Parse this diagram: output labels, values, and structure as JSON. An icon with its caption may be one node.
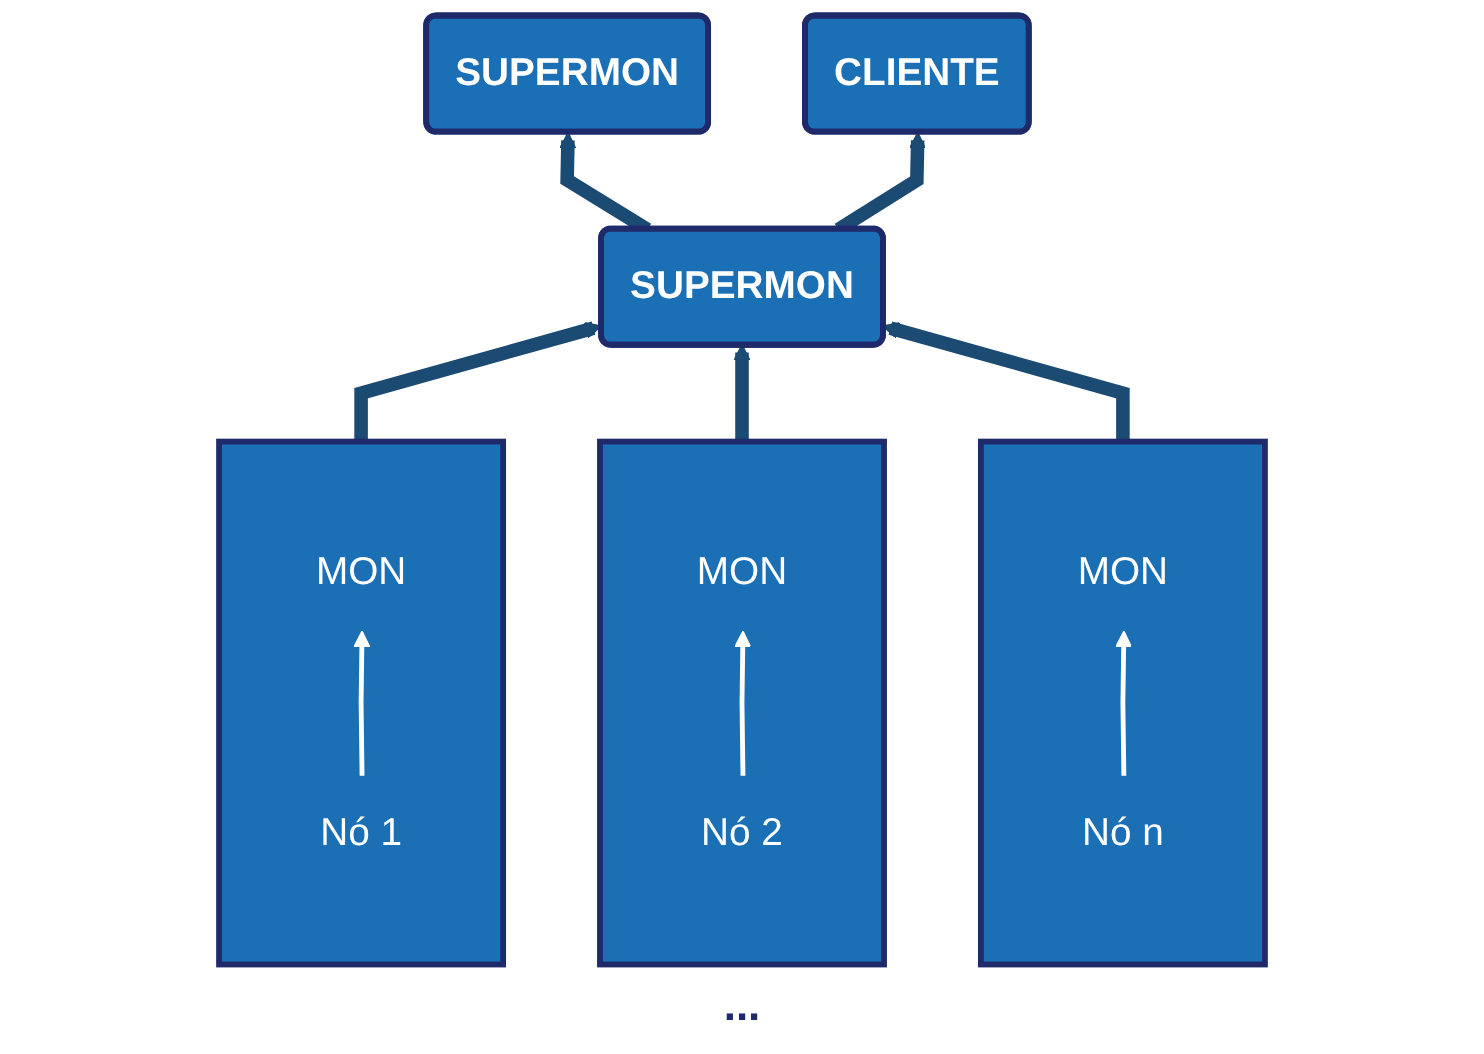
{
  "diagram": {
    "nodes": [
      {
        "text": [
          "SUPERMON"
        ]
      },
      {
        "text": [
          "CLIENTE"
        ]
      },
      {
        "text": [
          "SUPERMON"
        ]
      },
      {
        "text": [],
        "shape": "box"
      },
      {
        "text": [
          "MON"
        ],
        "in": 3
      },
      {
        "text": [
          "Nó 1"
        ],
        "in": 3
      },
      {
        "text": [],
        "shape": "box"
      },
      {
        "text": [
          "MON"
        ],
        "in": 6
      },
      {
        "text": [
          "Nó 2"
        ],
        "in": 6
      },
      {
        "text": [],
        "shape": "box"
      },
      {
        "text": [
          "MON"
        ],
        "in": 9
      },
      {
        "text": [
          "Nó n"
        ],
        "in": 9
      }
    ],
    "edges": [
      {
        "from": 2,
        "to": 0,
        "arrow": "to"
      },
      {
        "from": 2,
        "to": 1,
        "arrow": "to"
      },
      {
        "from": 3,
        "to": 2,
        "arrow": "to"
      },
      {
        "from": 6,
        "to": 2,
        "arrow": "to"
      },
      {
        "from": 9,
        "to": 2,
        "arrow": "to"
      },
      {
        "from": 5,
        "to": 4,
        "arrow": "to",
        "color": "#ffffff"
      },
      {
        "from": 8,
        "to": 7,
        "arrow": "to",
        "color": "#ffffff"
      },
      {
        "from": 11,
        "to": 10,
        "arrow": "to",
        "color": "#ffffff"
      }
    ],
    "labels": [
      "..."
    ]
  }
}
